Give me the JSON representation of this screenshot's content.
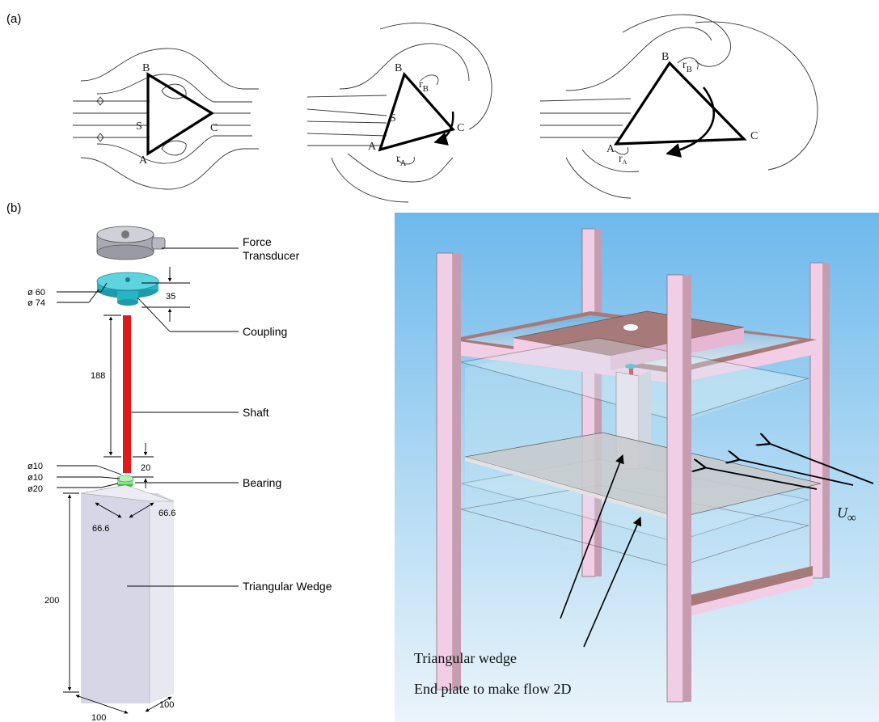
{
  "panel_a": {
    "label": "(a)",
    "stage1": {
      "B": "B",
      "S": "S",
      "C": "C",
      "A": "A"
    },
    "stage2": {
      "B": "B",
      "rB": "r",
      "rB_sub": "B",
      "S": "S",
      "C": "C",
      "A": "A",
      "rA": "r",
      "rA_sub": "A"
    },
    "stage3": {
      "B": "B",
      "rB": "r",
      "rB_sub": "B",
      "C": "C",
      "A": "A",
      "rA": "r",
      "rA_sub": "A"
    }
  },
  "panel_b": {
    "label": "(b)",
    "force_transducer_1": "Force",
    "force_transducer_2": "Transducer",
    "coupling": "Coupling",
    "shaft": "Shaft",
    "bearing": "Bearing",
    "triangular_wedge": "Triangular Wedge",
    "dims": {
      "d60": "ø 60",
      "d74": "ø 74",
      "h35": "35",
      "h188": "188",
      "h20": "20",
      "d10a": "ø10",
      "d10b": "ø10",
      "d20": "ø20",
      "s66a": "66.6",
      "s66b": "66.6",
      "h200": "200",
      "w100a": "100",
      "w100b": "100"
    }
  },
  "render": {
    "triangular_wedge": "Triangular wedge",
    "end_plate": "End plate to make flow 2D",
    "u_inf": "U",
    "u_inf_sub": "∞"
  },
  "colors": {
    "sky_top": "#6db9ec",
    "sky_bottom": "#e9f3fa",
    "post_face": "#f2cde6",
    "post_dark": "#a77a7a",
    "water": "#bfe3f0",
    "shaft_red": "#e01a1a",
    "coupling_teal": "#27b4c4",
    "bearing_green": "#8ee08e",
    "wedge": "#d6d6e6"
  }
}
